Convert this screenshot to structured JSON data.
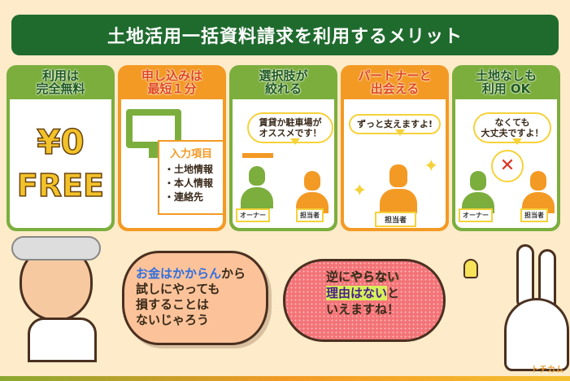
{
  "title": "土地活用一括資料請求を利用するメリット",
  "cards": [
    {
      "heading": "利用は\n完全無料",
      "price": "¥0",
      "free": "FREE"
    },
    {
      "heading": "申し込みは\n最短１分",
      "box_title": "入力項目",
      "items": [
        "・土地情報",
        "・本人情報",
        "・連絡先"
      ]
    },
    {
      "heading": "選択肢が\n絞れる",
      "bubble": "賃貸か駐車場が\nオススメです！",
      "owner": "オーナー",
      "agent": "担当者"
    },
    {
      "heading": "パートナーと\n出会える",
      "bubble": "ずっと支えますよ!",
      "agent": "担当者"
    },
    {
      "heading": "土地なしも\n利用 OK",
      "bubble": "なくても\n大丈夫ですよ！",
      "owner": "オーナー",
      "agent": "担当者"
    }
  ],
  "speech_left": {
    "highlight": "お金はかからん",
    "rest1": "から",
    "line2": "試しにやっても",
    "line3": "損することは",
    "line4": "ないじゃろう"
  },
  "speech_right": {
    "l1a": "逆に",
    "l1b": "やらない",
    "l2a": "理由はない",
    "l2b": "と",
    "l3": "いえますね！"
  },
  "watermark": "トチカム",
  "colors": {
    "green": "#7cae3e",
    "orange": "#f39a25",
    "dark_green": "#1f6b2e",
    "bg": "#fdebc9"
  }
}
